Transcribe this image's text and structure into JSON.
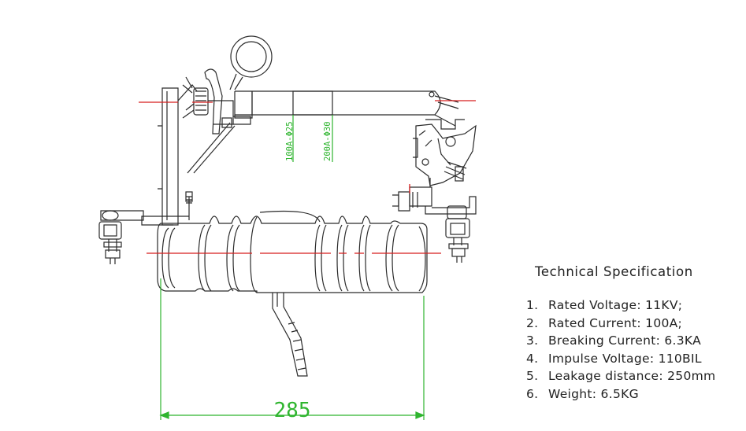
{
  "colors": {
    "line": "#2a2a2a",
    "centerline": "#d81e1e",
    "dimension": "#2fb52f"
  },
  "diagram": {
    "dimension_label": "285",
    "tube_label_left": "100A-Φ25",
    "tube_label_right": "200A-Φ30"
  },
  "spec": {
    "title": "Technical Specification",
    "items": [
      {
        "num": "1.",
        "text": "Rated Voltage: 11KV;"
      },
      {
        "num": "2.",
        "text": "Rated Current: 100A;"
      },
      {
        "num": "3.",
        "text": "Breaking Current: 6.3KA"
      },
      {
        "num": "4.",
        "text": "Impulse Voltage: 110BIL"
      },
      {
        "num": "5.",
        "text": "Leakage distance: 250mm"
      },
      {
        "num": "6.",
        "text": "Weight: 6.5KG"
      }
    ]
  }
}
